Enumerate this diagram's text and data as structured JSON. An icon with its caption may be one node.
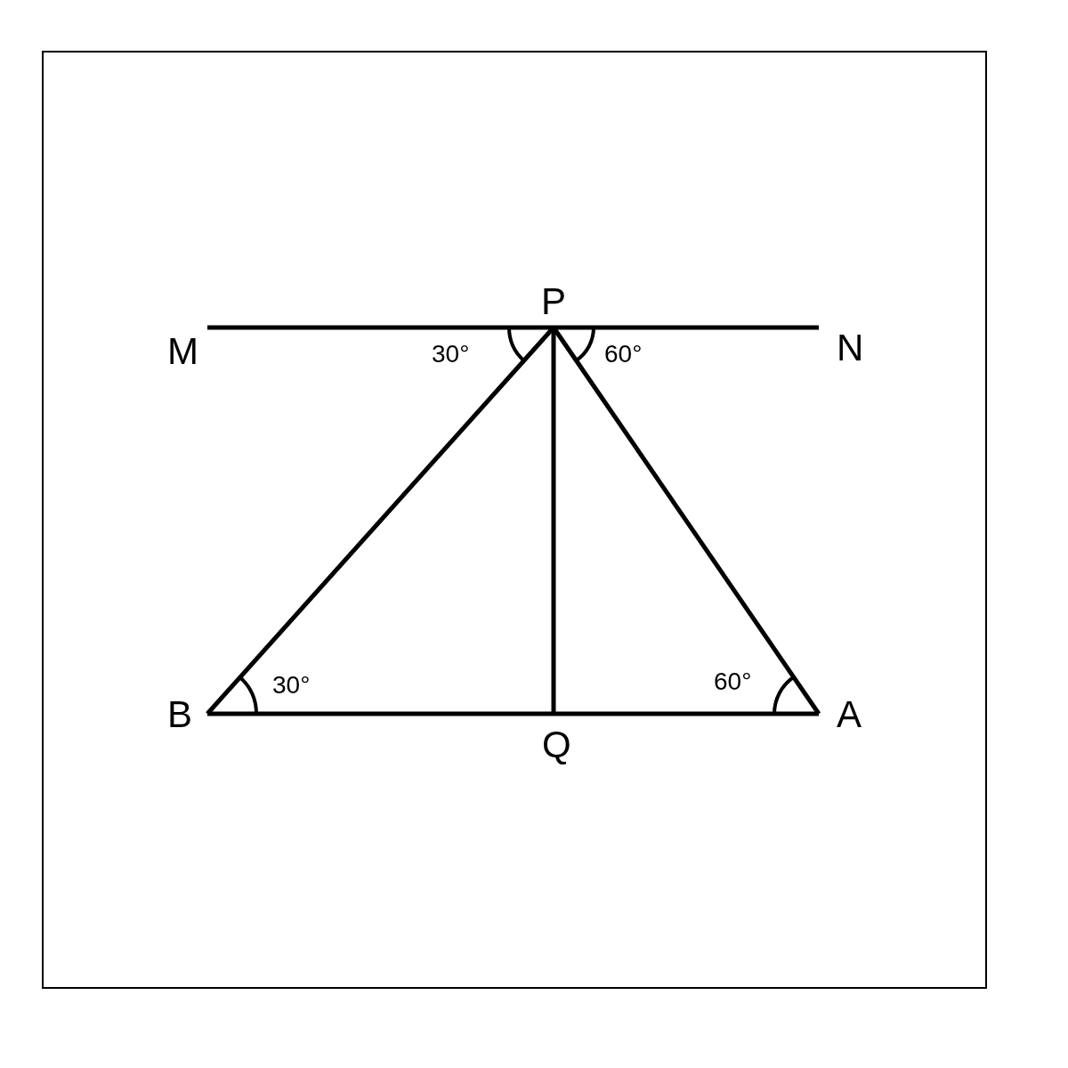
{
  "diagram": {
    "nodes": [
      {
        "text": [
          "P"
        ]
      },
      {
        "text": [
          "M"
        ]
      },
      {
        "text": [
          "N"
        ]
      },
      {
        "text": [
          "B"
        ]
      },
      {
        "text": [
          "Q"
        ]
      },
      {
        "text": [
          "A"
        ]
      }
    ],
    "edges": [
      {
        "from": 1,
        "to": 0,
        "arrow": "none"
      },
      {
        "from": 0,
        "to": 2,
        "arrow": "none"
      },
      {
        "from": 0,
        "to": 3,
        "arrow": "none"
      },
      {
        "from": 0,
        "to": 4,
        "arrow": "none"
      },
      {
        "from": 0,
        "to": 5,
        "arrow": "none"
      },
      {
        "from": 3,
        "to": 4,
        "arrow": "none"
      },
      {
        "from": 4,
        "to": 5,
        "arrow": "none"
      }
    ],
    "labels": [
      "30°",
      "60°",
      "30°",
      "60°"
    ]
  }
}
